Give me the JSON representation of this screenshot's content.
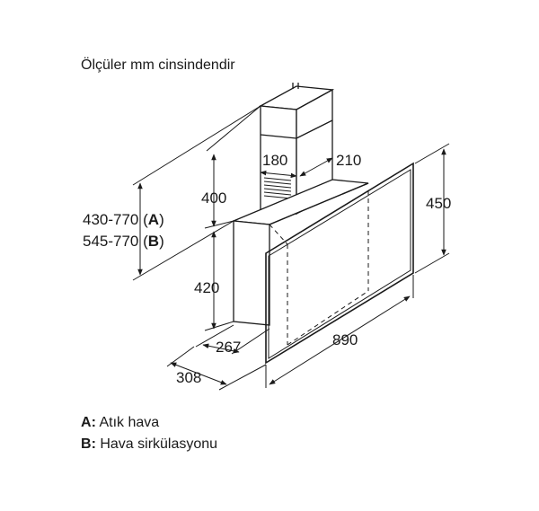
{
  "title": "Ölçüler mm cinsindendir",
  "dimensions": {
    "chimney_width": "180",
    "chimney_depth": "210",
    "chimney_height": "400",
    "height_range_a": "430-770 (",
    "height_range_a_tag": "A",
    "height_range_b": "545-770 (",
    "height_range_b_tag": "B",
    "body_height": "420",
    "panel_height": "450",
    "body_depth": "267",
    "total_depth": "308",
    "width": "890"
  },
  "legend": [
    {
      "key": "A",
      "text": " Atık hava"
    },
    {
      "key": "B",
      "text": " Hava sirkülasyonu"
    }
  ]
}
